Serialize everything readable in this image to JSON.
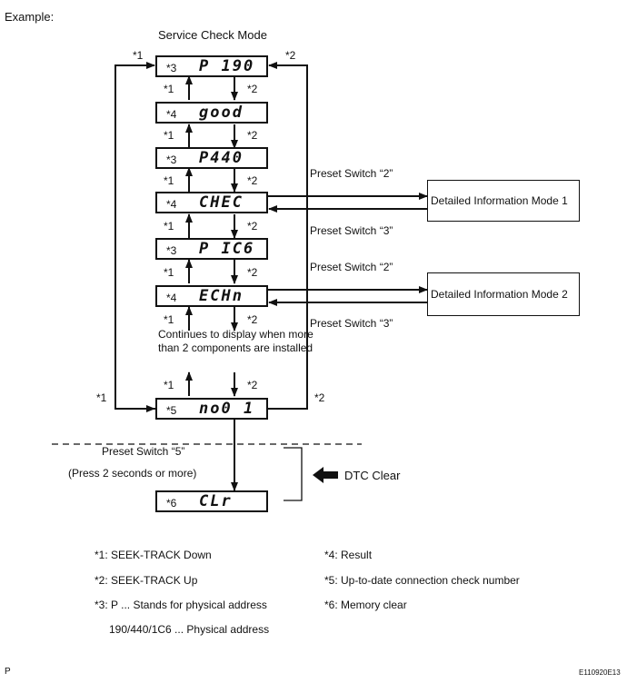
{
  "header": {
    "example_label": "Example:"
  },
  "title": "Service Check Mode",
  "marks": {
    "m1": "*1",
    "m2": "*2"
  },
  "displays": [
    {
      "prefix": "*3",
      "code": "P 190"
    },
    {
      "prefix": "*4",
      "code": "good"
    },
    {
      "prefix": "*3",
      "code": "P440"
    },
    {
      "prefix": "*4",
      "code": "CHEC"
    },
    {
      "prefix": "*3",
      "code": "P IC6"
    },
    {
      "prefix": "*4",
      "code": "ECHn"
    },
    {
      "prefix": "*5",
      "code": "no0 1"
    },
    {
      "prefix": "*6",
      "code": "CLr"
    }
  ],
  "preset": {
    "switch2a": "Preset Switch “2”",
    "switch3a": "Preset Switch “3”",
    "switch2b": "Preset Switch “2”",
    "switch3b": "Preset Switch “3”",
    "switch5": "Preset Switch “5”",
    "press": "(Press 2 seconds or more)"
  },
  "detail_modes": [
    "Detailed Information Mode 1",
    "Detailed Information Mode 2"
  ],
  "continues_note": [
    "Continues to display when more",
    "than 2 components are installed"
  ],
  "dtc_clear": "DTC Clear",
  "legend": {
    "l1": "*1: SEEK-TRACK Down",
    "l2": "*2: SEEK-TRACK Up",
    "l3": "*3: P ... Stands for physical address",
    "l3b": "190/440/1C6 ... Physical address",
    "l4": "*4: Result",
    "l5": "*5: Up-to-date connection check number",
    "l6": "*6: Memory clear"
  },
  "footer": {
    "page": "P",
    "figure_id": "E110920E13"
  }
}
